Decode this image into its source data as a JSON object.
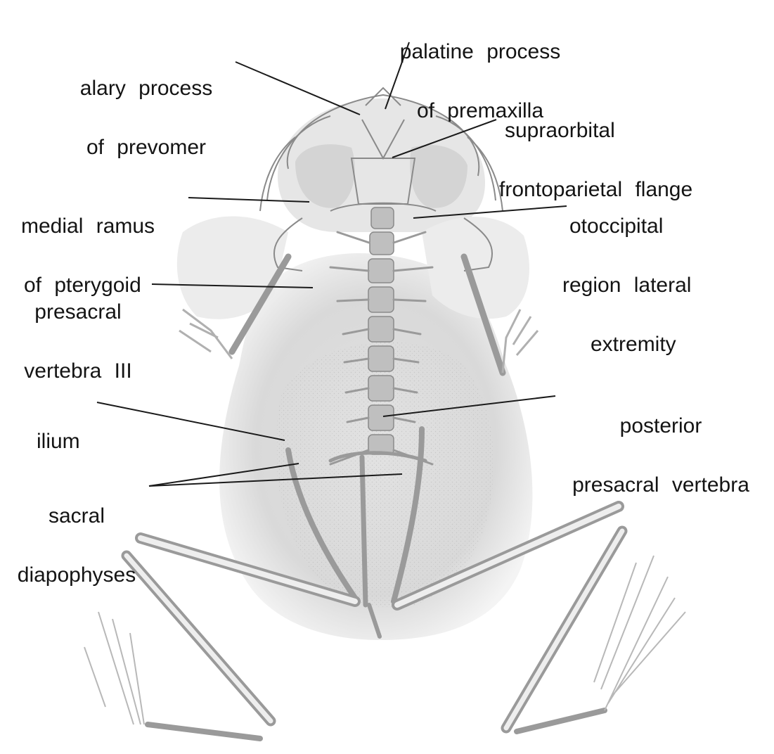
{
  "labels": {
    "palatine_process": [
      "palatine process",
      "of premaxilla"
    ],
    "alary_process": [
      "alary process",
      "of prevomer"
    ],
    "supraorbital": [
      "supraorbital",
      "frontoparietal flange"
    ],
    "medial_ramus": [
      "medial ramus",
      "of pterygoid"
    ],
    "otoccipital": [
      "otoccipital",
      "region lateral",
      "extremity"
    ],
    "presacral_iii": [
      "presacral",
      "vertebra III"
    ],
    "posterior_presacral": [
      "posterior",
      "presacral vertebra"
    ],
    "ilium": [
      "ilium"
    ],
    "sacral_diapophyses": [
      "sacral",
      "diapophyses"
    ]
  },
  "colors": {
    "ink": "#141414",
    "bone": "#8a8a8a",
    "body_shadow": "#dcdcdc",
    "background": "#ffffff"
  }
}
